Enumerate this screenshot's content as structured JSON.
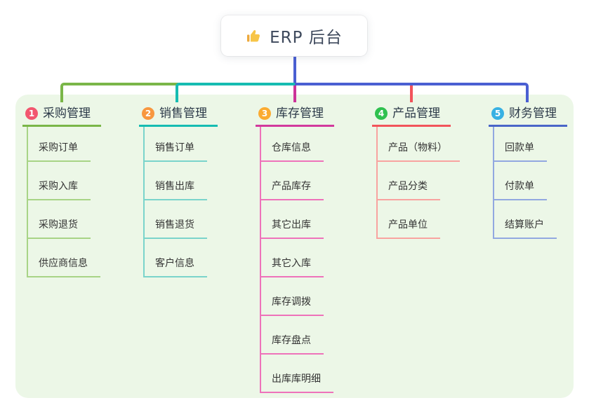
{
  "root": {
    "label": "ERP 后台",
    "icon": "thumbs-up-icon"
  },
  "branches": [
    {
      "index": "1",
      "title": "采购管理",
      "badge_color": "#f2566f",
      "line_color": "#7ab648",
      "item_line_color": "#a8d486",
      "items": [
        "采购订单",
        "采购入库",
        "采购退货",
        "供应商信息"
      ]
    },
    {
      "index": "2",
      "title": "销售管理",
      "badge_color": "#f8973f",
      "line_color": "#16bcb2",
      "item_line_color": "#7ad4cb",
      "items": [
        "销售订单",
        "销售出库",
        "销售退货",
        "客户信息"
      ]
    },
    {
      "index": "3",
      "title": "库存管理",
      "badge_color": "#fbab31",
      "line_color": "#d23a9d",
      "item_line_color": "#ee72ba",
      "items": [
        "仓库信息",
        "产品库存",
        "其它出库",
        "其它入库",
        "库存调拨",
        "库存盘点",
        "出库库明细"
      ]
    },
    {
      "index": "4",
      "title": "产品管理",
      "badge_color": "#2fc14f",
      "line_color": "#f2545b",
      "item_line_color": "#f8a3a0",
      "items": [
        "产品（物料）",
        "产品分类",
        "产品单位"
      ]
    },
    {
      "index": "5",
      "title": "财务管理",
      "badge_color": "#38b1e3",
      "line_color": "#4a66c8",
      "item_line_color": "#92a8e0",
      "items": [
        "回款单",
        "付款单",
        "结算账户"
      ]
    }
  ],
  "colors": {
    "panel_bg": "#ecf7e7",
    "root_connector": "#4a5fd2",
    "branch_connectors": [
      "#7ab648",
      "#16bcb2",
      "#cc3399",
      "#f2545b",
      "#4a5fd2"
    ],
    "root_text": "#3e495c",
    "item_text": "#333333"
  }
}
